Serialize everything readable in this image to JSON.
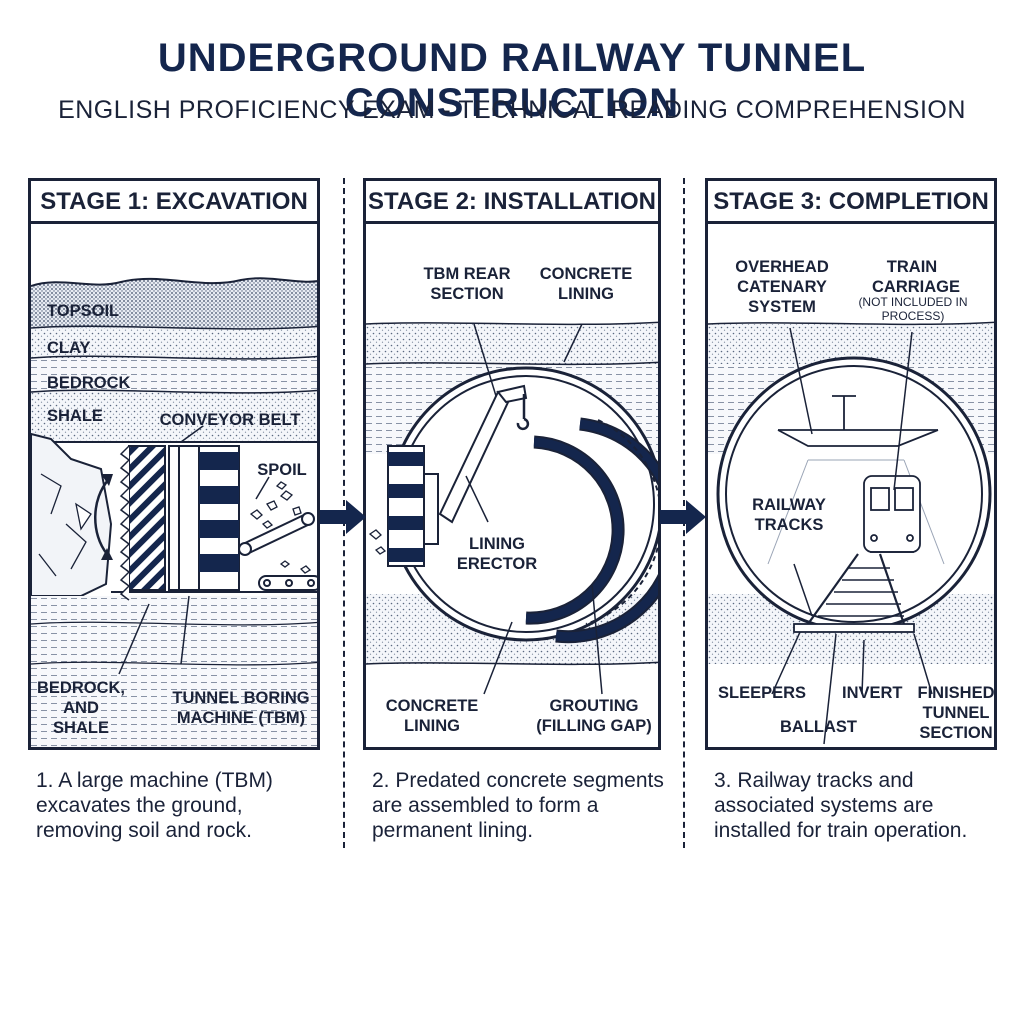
{
  "title": "UNDERGROUND RAILWAY TUNNEL CONSTRUCTION",
  "subtitle": "ENGLISH PROFICIENCY EXAM - TECHNICAL READING COMPREHENSION",
  "stages": [
    {
      "heading": "STAGE 1: EXCAVATION",
      "labels": {
        "topsoil": "TOPSOIL",
        "clay": "CLAY",
        "bedrock": "BEDROCK",
        "shale": "SHALE",
        "conveyor_belt": "CONVEYOR BELT",
        "spoil": "SPOIL",
        "bedrock_and_shale": "BEDROCK, AND SHALE",
        "tbm": "TUNNEL BORING MACHINE (TBM)"
      },
      "caption": "1. A large machine (TBM) excavates the ground, removing soil and rock."
    },
    {
      "heading": "STAGE 2: INSTALLATION",
      "labels": {
        "tbm_rear_section": "TBM REAR SECTION",
        "concrete_lining_top": "CONCRETE LINING",
        "lining_erector": "LINING ERECTOR",
        "concrete_lining_bottom": "CONCRETE LINING",
        "grouting": "GROUTING (FILLING GAP)"
      },
      "caption": "2. Predated concrete segments are assembled to form a permanent lining."
    },
    {
      "heading": "STAGE 3: COMPLETION",
      "labels": {
        "overhead_catenary": "OVERHEAD CATENARY SYSTEM",
        "train_carriage": "TRAIN CARRIAGE",
        "train_note": "(NOT INCLUDED IN PROCESS)",
        "railway_tracks": "RAILWAY TRACKS",
        "sleepers": "SLEEPERS",
        "invert": "INVERT",
        "ballast": "BALLAST",
        "finished_tunnel": "FINISHED TUNNEL SECTION"
      },
      "caption": "3. Railway tracks and associated systems are installed for train operation."
    }
  ],
  "colors": {
    "navy": "#14264d",
    "ink": "#1a2238",
    "soil": "#eef1f6"
  },
  "icons": [
    "right-arrow-icon",
    "train-icon",
    "cutter-head-icon",
    "crane-hook-icon"
  ]
}
